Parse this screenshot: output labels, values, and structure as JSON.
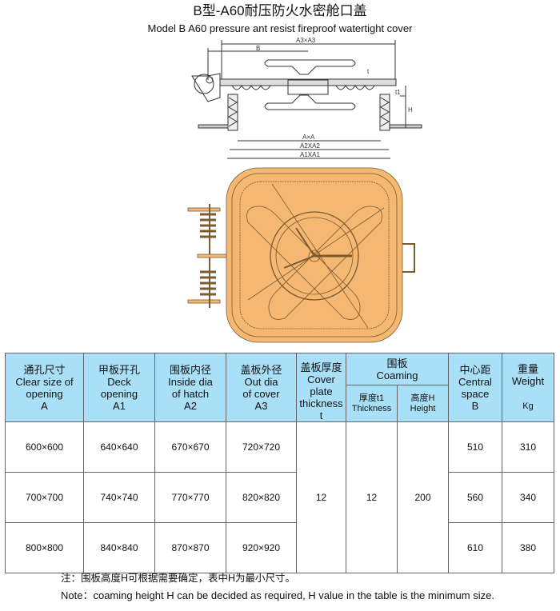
{
  "title_cn": "B型-A60耐压防火水密舱口盖",
  "title_en": "Model B  A60 pressure ant resist  fireproof watertight cover",
  "drawing_labels": {
    "a3": "A3×A3",
    "b": "B",
    "t": "t",
    "t1": "t1",
    "h": "H",
    "a": "A×A",
    "a2": "A2XA2",
    "a1": "A1XA1"
  },
  "colors": {
    "header": "#a9dff7",
    "hatch": "#f5b872"
  },
  "table": {
    "headers": {
      "a": [
        "通孔尺寸",
        "Clear size of",
        "opening",
        "A"
      ],
      "a1": [
        "甲板开孔",
        "Deck",
        "opening",
        "A1"
      ],
      "a2": [
        "围板内径",
        "Inside dia",
        "of hatch",
        "A2"
      ],
      "a3": [
        "盖板外径",
        "Out dia",
        "of cover",
        "A3"
      ],
      "t": [
        "盖板厚度",
        "Cover plate",
        "thickness",
        "t"
      ],
      "coaming": [
        "围板",
        "Coaming"
      ],
      "t1": [
        "厚度t1",
        "Thickness"
      ],
      "h": [
        "高度H",
        "Height"
      ],
      "b": [
        "中心距",
        "Central",
        "space",
        "B"
      ],
      "w": [
        "重量",
        "Weight",
        "Kg"
      ]
    },
    "rows": [
      {
        "a": "600×600",
        "a1": "640×640",
        "a2": "670×670",
        "a3": "720×720",
        "b": "510",
        "w": "310"
      },
      {
        "a": "700×700",
        "a1": "740×740",
        "a2": "770×770",
        "a3": "820×820",
        "b": "560",
        "w": "340"
      },
      {
        "a": "800×800",
        "a1": "840×840",
        "a2": "870×870",
        "a3": "920×920",
        "b": "610",
        "w": "380"
      }
    ],
    "shared": {
      "t": "12",
      "t1": "12",
      "h": "200"
    }
  },
  "note_cn": "注：围板高度H可根据需要确定，表中H为最小尺寸。",
  "note_en": "Note：coaming height H can be decided as required,  H value in the table is the minimum size."
}
